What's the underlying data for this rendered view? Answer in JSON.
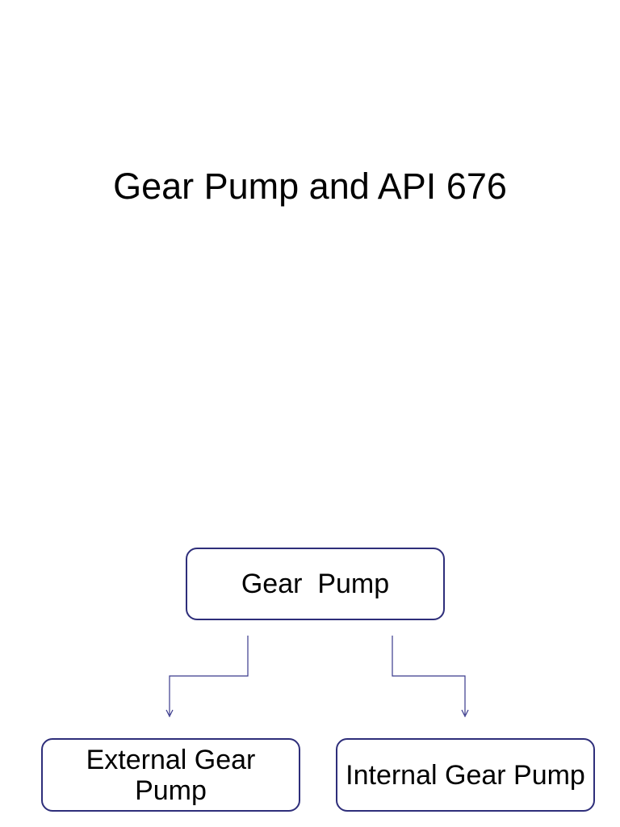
{
  "slide": {
    "title": "Gear Pump and API 676"
  },
  "diagram": {
    "root": {
      "label": "Gear  Pump"
    },
    "children": [
      {
        "label": "External Gear Pump"
      },
      {
        "label": "Internal Gear Pump"
      }
    ],
    "colors": {
      "border": "#2e2e7a",
      "connector": "#3a3a8c"
    }
  }
}
